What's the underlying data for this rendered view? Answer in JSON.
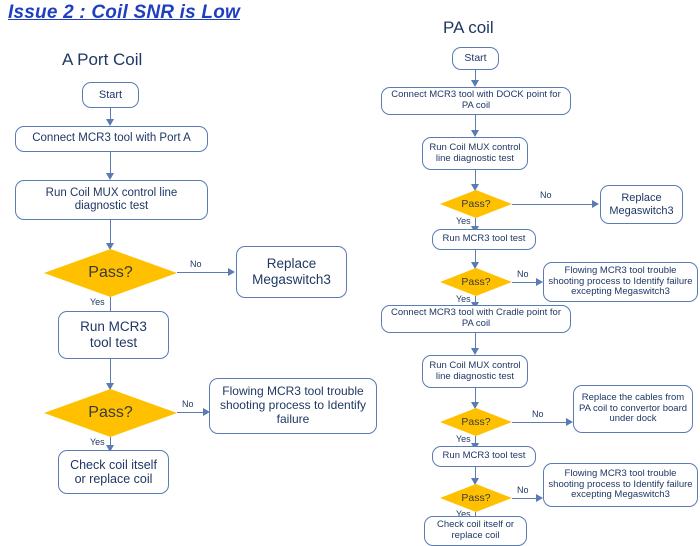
{
  "title": "Issue 2 : Coil SNR is Low",
  "columns": {
    "left": {
      "heading": "A Port Coil"
    },
    "right": {
      "heading": "PA coil"
    }
  },
  "edge_labels": {
    "yes": "Yes",
    "no": "No"
  },
  "colors": {
    "title": "#1F3FBF",
    "text": "#1F3864",
    "node_border": "#5B7BB4",
    "node_fill": "#FFFFFF",
    "decision_fill": "#FFC000",
    "decision_text": "#3A3A3A",
    "connector": "#5B7BB4"
  },
  "left_flow": {
    "start": "Start",
    "connect_port_a": "Connect MCR3 tool with Port A",
    "run_mux": "Run Coil MUX control line diagnostic test",
    "decision1": "Pass?",
    "replace_megaswitch": "Replace Megaswitch3",
    "run_tool_test": "Run MCR3 tool test",
    "decision2": "Pass?",
    "flowing_trouble": "Flowing MCR3 tool trouble shooting process to Identify failure",
    "check_coil": "Check coil itself or replace coil"
  },
  "right_flow": {
    "start": "Start",
    "connect_dock": "Connect MCR3 tool with DOCK point for PA coil",
    "run_mux_1": "Run Coil MUX control line diagnostic test",
    "decision1": "Pass?",
    "replace_megaswitch": "Replace Megaswitch3",
    "run_tool_test_1": "Run MCR3 tool test",
    "decision2": "Pass?",
    "flowing_trouble_1": "Flowing MCR3 tool trouble shooting process to Identify failure excepting Megaswitch3",
    "connect_cradle": "Connect MCR3 tool with Cradle point for PA coil",
    "run_mux_2": "Run Coil MUX control line diagnostic test",
    "decision3": "Pass?",
    "replace_cables": "Replace the cables from PA coil to convertor board under dock",
    "run_tool_test_2": "Run MCR3 tool test",
    "decision4": "Pass?",
    "flowing_trouble_2": "Flowing MCR3 tool trouble shooting process to Identify failure excepting Megaswitch3",
    "check_coil": "Check coil itself or replace coil"
  }
}
